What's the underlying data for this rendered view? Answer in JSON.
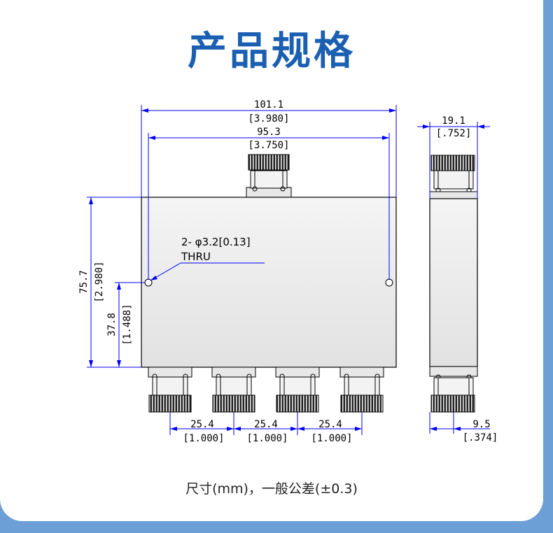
{
  "title": "产品规格",
  "caption": "尺寸(mm)，一般公差(±0.3)",
  "dimensions": {
    "overall_width": {
      "mm": "101.1",
      "inch": "[3.980]"
    },
    "hole_spacing": {
      "mm": "95.3",
      "inch": "[3.750]"
    },
    "overall_height": {
      "mm": "75.7",
      "inch": "[2.980]"
    },
    "hole_height": {
      "mm": "37.8",
      "inch": "[1.488]"
    },
    "port_pitch": [
      {
        "mm": "25.4",
        "inch": "[1.000]"
      },
      {
        "mm": "25.4",
        "inch": "[1.000]"
      },
      {
        "mm": "25.4",
        "inch": "[1.000]"
      }
    ],
    "side_depth": {
      "mm": "19.1",
      "inch": "[.752]"
    },
    "connector_offset": {
      "mm": "9.5",
      "inch": "[.374]"
    }
  },
  "hole_note": {
    "line1": "2- φ3.2[0.13]",
    "line2": "THRU"
  }
}
